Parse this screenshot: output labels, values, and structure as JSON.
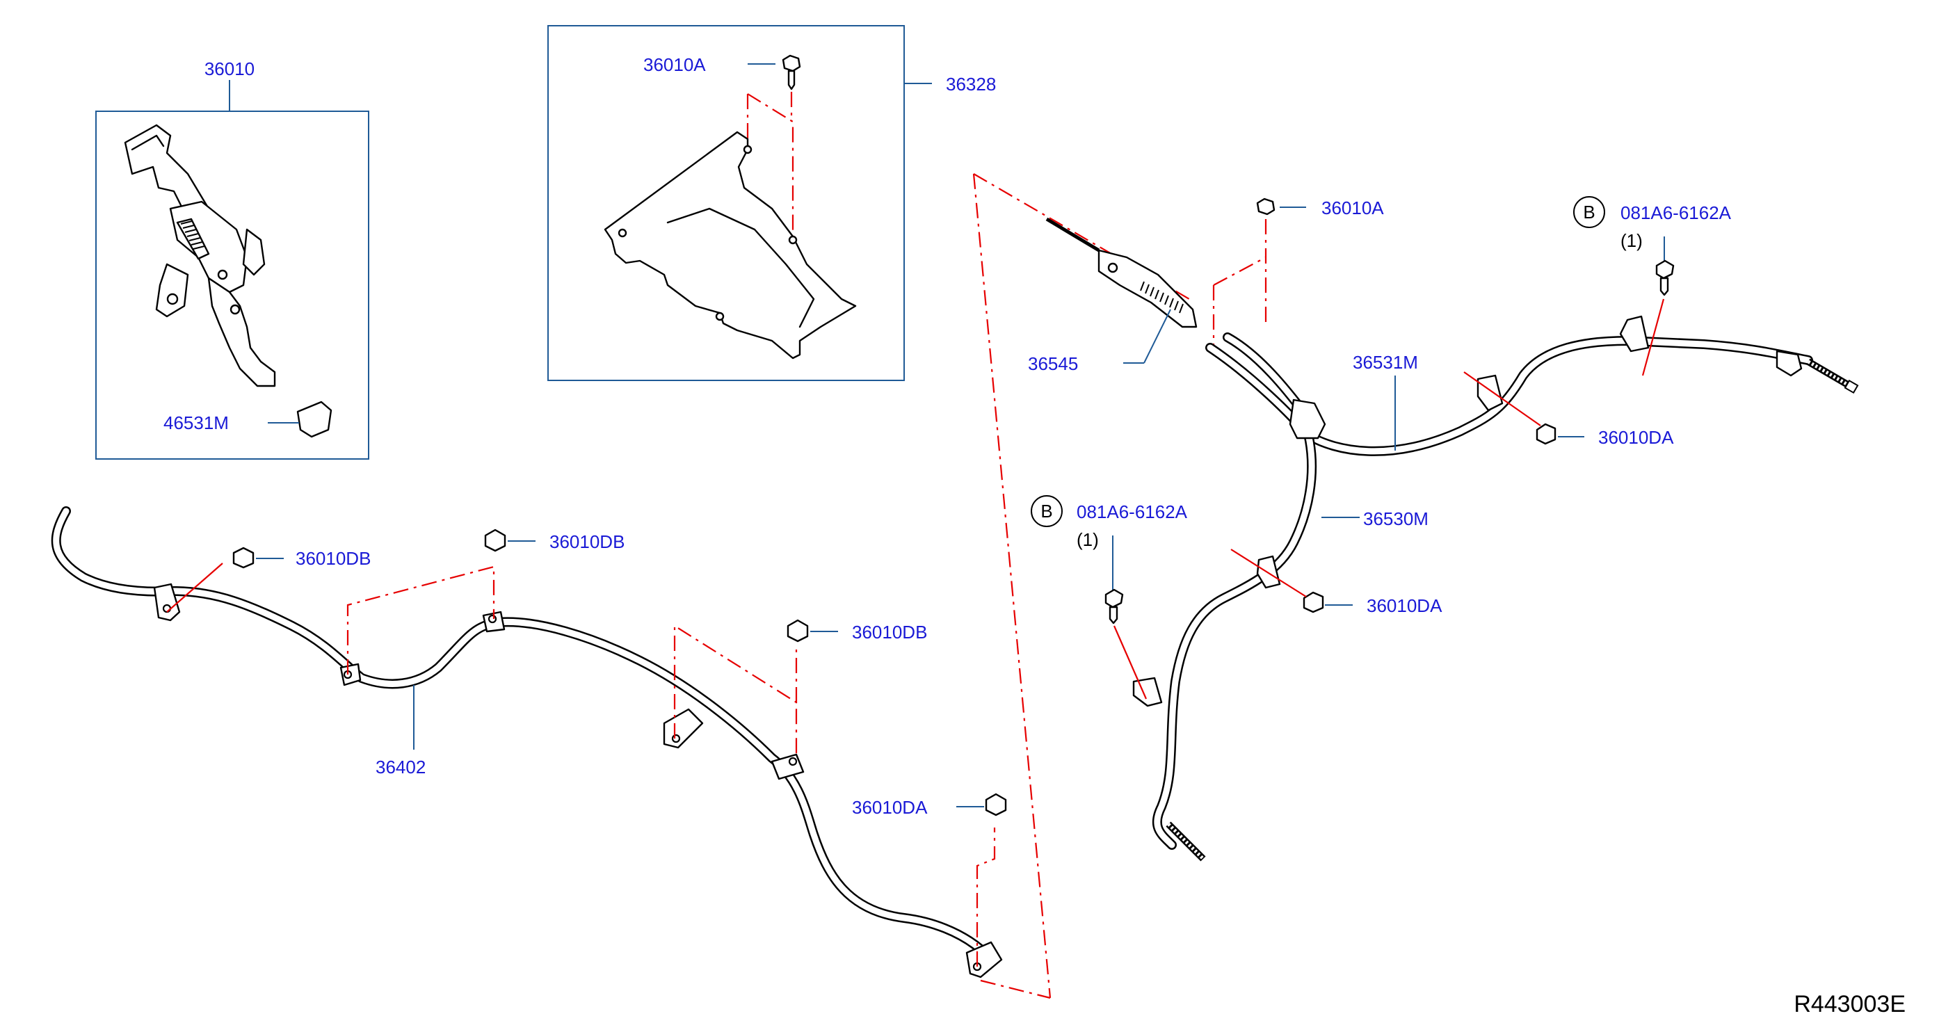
{
  "labels": {
    "p36010": "36010",
    "p46531m": "46531M",
    "p36010a_top": "36010A",
    "p36328": "36328",
    "p36010a_right": "36010A",
    "p36545": "36545",
    "p36531m": "36531M",
    "p36010da_right": "36010DA",
    "p36530m": "36530M",
    "p36010da_mid": "36010DA",
    "p081a6_top": "081A6-6162A",
    "qty_top": "(1)",
    "b_top": "B",
    "p081a6_mid": "081A6-6162A",
    "qty_mid": "(1)",
    "b_mid": "B",
    "p36010db_1": "36010DB",
    "p36010db_2": "36010DB",
    "p36010db_3": "36010DB",
    "p36402": "36402",
    "p36010da_bottom": "36010DA"
  },
  "reference_code": "R443003E"
}
